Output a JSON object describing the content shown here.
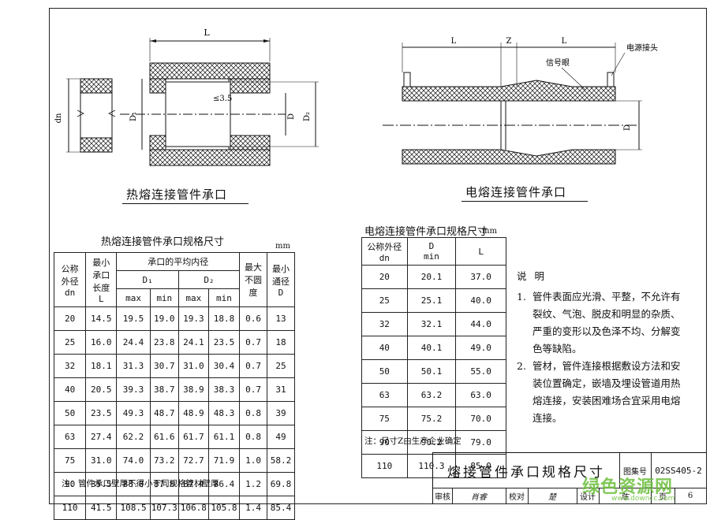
{
  "drawing_hot": {
    "dim_L": "L",
    "dim_dn": "dn",
    "dim_D1": "D₁",
    "dim_D2": "D₂",
    "dim_D": "D",
    "dim_step": "≤3.5",
    "caption": "热熔连接管件承口"
  },
  "drawing_elec": {
    "dim_L_left": "L",
    "dim_Z": "Z",
    "dim_L_right": "L",
    "label_signal": "信号眼",
    "label_power": "电源接头",
    "dim_D": "D",
    "caption": "电熔连接管件承口"
  },
  "hot_table": {
    "title": "热熔连接管件承口规格尺寸",
    "unit": "mm",
    "headers": {
      "dn": [
        "公称",
        "外径",
        "dn"
      ],
      "L": [
        "最小",
        "承口",
        "长度",
        "L"
      ],
      "avg": "承口的平均内径",
      "D1": "D₁",
      "D2": "D₂",
      "max": "max",
      "min": "min",
      "oval": [
        "最大",
        "不圆",
        "度"
      ],
      "D": [
        "最小",
        "通径",
        "D"
      ]
    },
    "rows": [
      [
        "20",
        "14.5",
        "19.5",
        "19.0",
        "19.3",
        "18.8",
        "0.6",
        "13"
      ],
      [
        "25",
        "16.0",
        "24.4",
        "23.8",
        "24.1",
        "23.5",
        "0.7",
        "18"
      ],
      [
        "32",
        "18.1",
        "31.3",
        "30.7",
        "31.0",
        "30.4",
        "0.7",
        "25"
      ],
      [
        "40",
        "20.5",
        "39.3",
        "38.7",
        "38.9",
        "38.3",
        "0.7",
        "31"
      ],
      [
        "50",
        "23.5",
        "49.3",
        "48.7",
        "48.9",
        "48.3",
        "0.8",
        "39"
      ],
      [
        "63",
        "27.4",
        "62.2",
        "61.6",
        "61.7",
        "61.1",
        "0.8",
        "49"
      ],
      [
        "75",
        "31.0",
        "74.0",
        "73.2",
        "72.7",
        "71.9",
        "1.0",
        "58.2"
      ],
      [
        "90",
        "35.5",
        "88.8",
        "87.8",
        "87.4",
        "86.4",
        "1.2",
        "69.8"
      ],
      [
        "110",
        "41.5",
        "108.5",
        "107.3",
        "106.8",
        "105.8",
        "1.4",
        "85.4"
      ]
    ],
    "note": "注：管件承口壁厚不得小于同规格管材壁厚"
  },
  "elec_table": {
    "title": "电熔连接管件承口规格尺寸",
    "unit": "mm",
    "headers": {
      "dn": [
        "公称外径",
        "dn"
      ],
      "D": [
        "D",
        "min"
      ],
      "L": "L"
    },
    "rows": [
      [
        "20",
        "20.1",
        "37.0"
      ],
      [
        "25",
        "25.1",
        "40.0"
      ],
      [
        "32",
        "32.1",
        "44.0"
      ],
      [
        "40",
        "40.1",
        "49.0"
      ],
      [
        "50",
        "50.1",
        "55.0"
      ],
      [
        "63",
        "63.2",
        "63.0"
      ],
      [
        "75",
        "75.2",
        "70.0"
      ],
      [
        "90",
        "90.2",
        "79.0"
      ],
      [
        "110",
        "110.3",
        "85.0"
      ]
    ],
    "note": "注：尺寸Z由生产企业确定"
  },
  "explanation": {
    "heading": "说明",
    "items": [
      {
        "num": "1.",
        "text": "管件表面应光滑、平整，不允许有裂纹、气泡、脱皮和明显的杂质、严重的变形以及色泽不均、分解变色等缺陷。"
      },
      {
        "num": "2.",
        "text": "管材，管件连接根据敷设方法和安装位置确定，嵌墙及埋设管道用热熔连接，安装困难场合宜采用电熔连接。"
      }
    ]
  },
  "title_block": {
    "title": "熔接管件承口规格尺寸",
    "atlas_label": "图集号",
    "atlas_no": "02SS405-2",
    "review_label": "审核",
    "review_sig": "肖睿",
    "check_label": "校对",
    "check_sig": "楚",
    "design_label": "设计",
    "design_sig": "陈",
    "page_label": "页",
    "page_no": "6"
  },
  "watermark": {
    "text": "绿色资源网",
    "url": "www.downcc.com"
  }
}
